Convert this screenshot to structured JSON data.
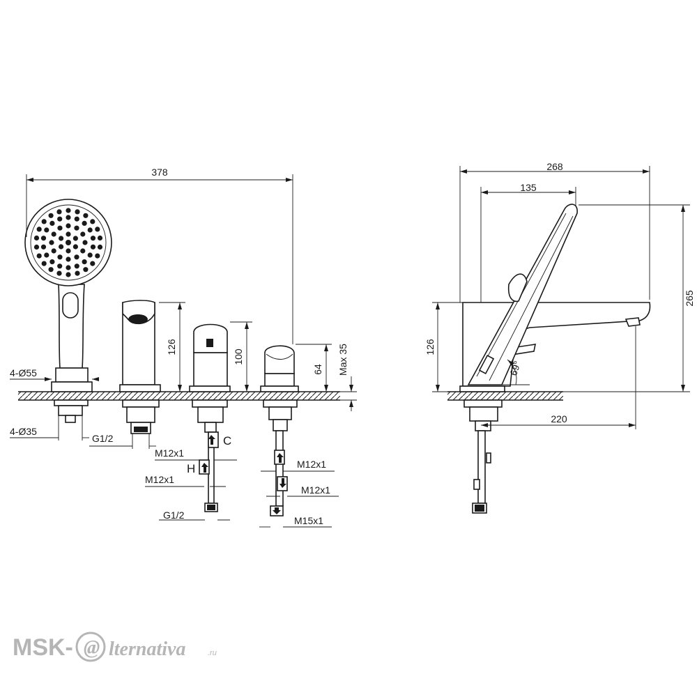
{
  "front_view": {
    "overall_width": "378",
    "spout_height": "126",
    "mixer_height": "100",
    "diverter_height": "64",
    "max_deck": "Max 35",
    "hole_diameter": "4-Ø55",
    "body_diameter": "4-Ø35",
    "hose_thread": "G1/2",
    "mixer_thread_1": "M12x1",
    "mixer_thread_2": "M12x1",
    "mixer_outlet_thread": "G1/2",
    "diverter_thread_1": "M12x1",
    "diverter_thread_2": "M12x1",
    "diverter_outlet_thread": "M15x1",
    "cold_label": "C",
    "hot_label": "H"
  },
  "side_view": {
    "overall_depth": "268",
    "handle_offset": "135",
    "total_height": "265",
    "spout_height": "126",
    "spout_reach": "220",
    "handle_angle": "69°"
  },
  "watermark": {
    "brand_left": "MSK-",
    "brand_right": "lternativa",
    "domain": ".ru",
    "at_sign": "@",
    "color": "#b5b5b5"
  }
}
